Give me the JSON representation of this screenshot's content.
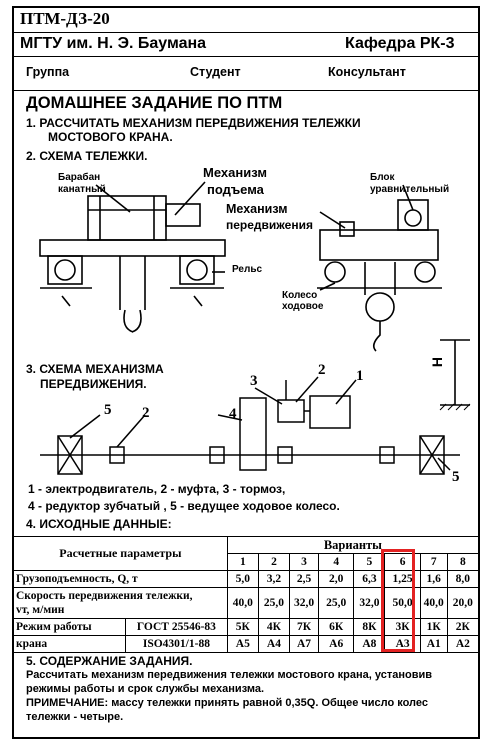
{
  "header": {
    "code": "ПТМ-ДЗ-20",
    "university": "МГТУ им. Н. Э. Баумана",
    "department": "Кафедра РК-3",
    "group_label": "Группа",
    "student_label": "Студент",
    "consultant_label": "Консультант"
  },
  "title": "ДОМАШНЕЕ ЗАДАНИЕ ПО ПТМ",
  "task1_line1": "1. РАССЧИТАТЬ  МЕХАНИЗМ  ПЕРЕДВИЖЕНИЯ ТЕЛЕЖКИ",
  "task1_line2": "МОСТОВОГО  КРАНА.",
  "task2": "2. СХЕМА ТЕЛЕЖКИ.",
  "trolley_labels": {
    "drum_1": "Барабан",
    "drum_2": "канатный",
    "hoist_1": "Механизм",
    "hoist_2": "подъема",
    "travel_1": "Механизм",
    "travel_2": "передвижения",
    "block_1": "Блок",
    "block_2": "уравнительный",
    "rail": "Рельс",
    "wheel_1": "Колесо",
    "wheel_2": "ходовое",
    "height": "Н"
  },
  "task3_line1": "3. СХЕМА МЕХАНИЗМА",
  "task3_line2": "ПЕРЕДВИЖЕНИЯ.",
  "mech_numbers": [
    "1",
    "2",
    "3",
    "4",
    "5",
    "2",
    "5"
  ],
  "legend_line1": "1 - электродвигатель, 2 - муфта,  3 - тормоз,",
  "legend_line2": "4 - редуктор зубчатый ,  5 - ведущее ходовое колесо.",
  "task4": "4. ИСХОДНЫЕ ДАННЫЕ:",
  "table": {
    "param_header": "Расчетные параметры",
    "variants_header": "Варианты",
    "variant_numbers": [
      "1",
      "2",
      "3",
      "4",
      "5",
      "6",
      "7",
      "8"
    ],
    "load_label": "Грузоподъемность, Q, т",
    "load": [
      "5,0",
      "3,2",
      "2,5",
      "2,0",
      "6,3",
      "1,25",
      "1,6",
      "8,0"
    ],
    "speed_label_1": "Скорость передвижения тележки,",
    "speed_label_2": "vт, м/мин",
    "speed": [
      "40,0",
      "25,0",
      "32,0",
      "25,0",
      "32,0",
      "50,0",
      "40,0",
      "20,0"
    ],
    "mode_label_1": "Режим работы",
    "mode_label_2": "крана",
    "gost": "ГОСТ 25546-83",
    "iso": "ISO4301/1-88",
    "mode_gost": [
      "5К",
      "4К",
      "7К",
      "6К",
      "8К",
      "3К",
      "1К",
      "2К"
    ],
    "mode_iso": [
      "А5",
      "А4",
      "А7",
      "А6",
      "А8",
      "А3",
      "А1",
      "А2"
    ]
  },
  "task5": "5. СОДЕРЖАНИЕ ЗАДАНИЯ.",
  "task5_line1": "Рассчитать механизм передвижения тележки мостового крана, установив",
  "task5_line2": "режимы работы и срок службы механизма.",
  "note_line1": "ПРИМЕЧАНИЕ:  массу тележки принять равной 0,35Q. Общее число колес",
  "note_line2": "тележки - четыре.",
  "highlight_color": "#e32222"
}
